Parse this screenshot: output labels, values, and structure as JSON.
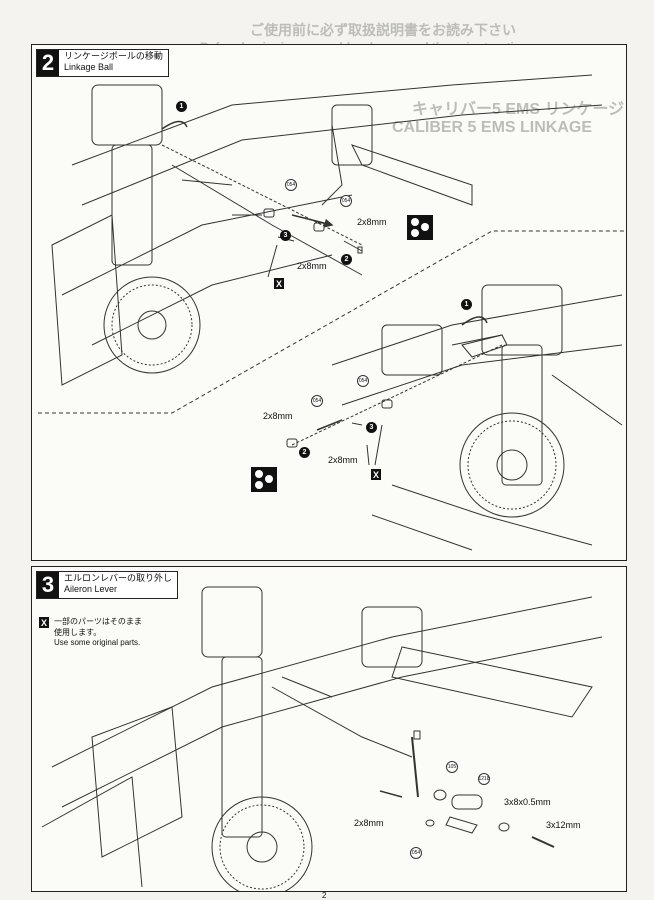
{
  "header_bleed": {
    "line1": "ご使用前に必ず取扱説明書をお読み下さい",
    "line2": "Before beginning assembly, please read these instructions"
  },
  "bg_title": {
    "jp": "キャリバー5 EMS リンケージ",
    "en": "CALIBER 5 EMS LINKAGE"
  },
  "steps": [
    {
      "number": "2",
      "title_jp": "リンケージボールの移動",
      "title_en": "Linkage Ball",
      "labels": {
        "size_2x8_a": "2x8mm",
        "size_2x8_b": "2x8mm",
        "size_2x8_c": "2x8mm",
        "size_2x8_d": "2x8mm"
      },
      "part_no": "054",
      "seq": [
        "1",
        "2",
        "3"
      ],
      "badge": "X"
    },
    {
      "number": "3",
      "title_jp": "エルロンレバーの取り外し",
      "title_en": "Aileron Lever",
      "note_badge": "X",
      "note_jp_1": "一部のパーツはそのまま",
      "note_jp_2": "使用します。",
      "note_en": "Use some original parts.",
      "labels": {
        "size_2x8": "2x8mm",
        "size_3x8": "3x8x0.5mm",
        "size_3x12": "3x12mm"
      },
      "part_nos": [
        "105",
        "1218",
        "054"
      ]
    }
  ],
  "page_number": "2"
}
